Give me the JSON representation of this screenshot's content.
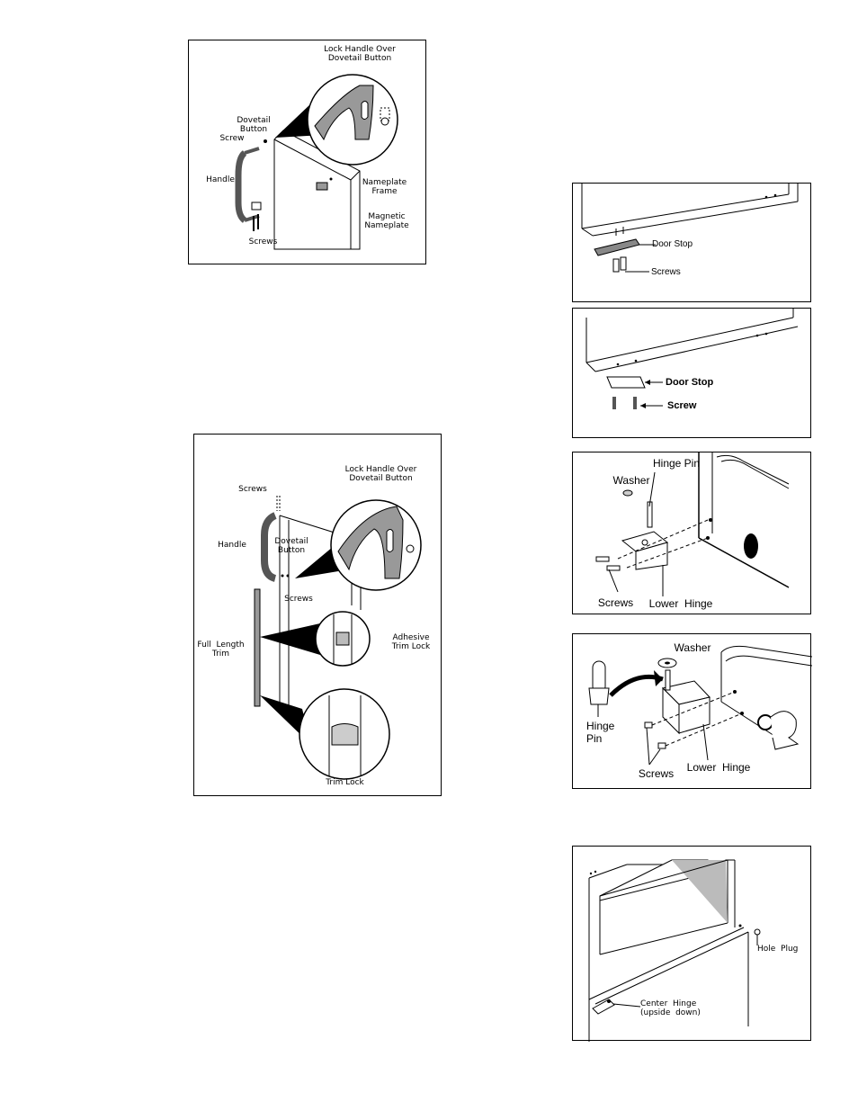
{
  "fig1": {
    "lock_handle": "Lock Handle Over\nDovetail Button",
    "dovetail": "Dovetail\nButton",
    "screw": "Screw",
    "handle": "Handle",
    "nameplate_frame": "Nameplate\nFrame",
    "magnetic_nameplate": "Magnetic\nNameplate",
    "screws": "Screws"
  },
  "fig2": {
    "screws_top": "Screws",
    "lock_handle": "Lock Handle Over\nDovetail Button",
    "handle": "Handle",
    "dovetail": "Dovetail\nButton",
    "screws_mid": "Screws",
    "full_length_trim": "Full  Length\nTrim",
    "adhesive_trim_lock": "Adhesive\nTrim Lock",
    "trim_lock": "Trim Lock"
  },
  "fig3": {
    "door_stop": "Door Stop",
    "screws": "Screws"
  },
  "fig4": {
    "door_stop": "Door Stop",
    "screw": "Screw"
  },
  "fig5": {
    "hinge_pin": "Hinge Pin",
    "washer": "Washer",
    "screws": "Screws",
    "lower_hinge": "Lower  Hinge"
  },
  "fig6": {
    "washer": "Washer",
    "hinge_pin": "Hinge\nPin",
    "screws": "Screws",
    "lower_hinge": "Lower  Hinge"
  },
  "fig7": {
    "hole_plug": "Hole  Plug",
    "center_hinge": "Center  Hinge\n(upside  down)"
  }
}
